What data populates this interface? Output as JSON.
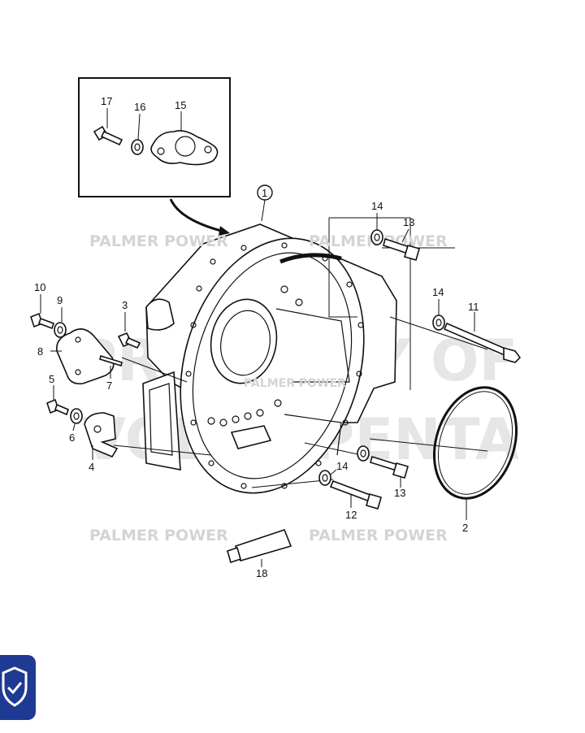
{
  "watermarks": {
    "brand_1": "PALMER POWER",
    "brand_2": "PALMER POWER",
    "brand_3": "PALMER POWER",
    "brand_4": "PALMER POWER",
    "brand_center": "PALMER POWER",
    "property_line1": "PROPERTY OF",
    "property_line2": "VOLVO PENTA"
  },
  "callouts": {
    "c1": "1",
    "c2": "2",
    "c3": "3",
    "c4": "4",
    "c5": "5",
    "c6": "6",
    "c7": "7",
    "c8": "8",
    "c9": "9",
    "c10": "10",
    "c11": "11",
    "c12": "12",
    "c13a": "13",
    "c13b": "13",
    "c14a": "14",
    "c14b": "14",
    "c14c": "14",
    "c15": "15",
    "c16": "16",
    "c17": "17",
    "c18": "18"
  },
  "colors": {
    "line": "#111111",
    "watermark": "#d4d4d4",
    "badge": "#1f3a93"
  },
  "badge_icon": "shield-check-icon"
}
